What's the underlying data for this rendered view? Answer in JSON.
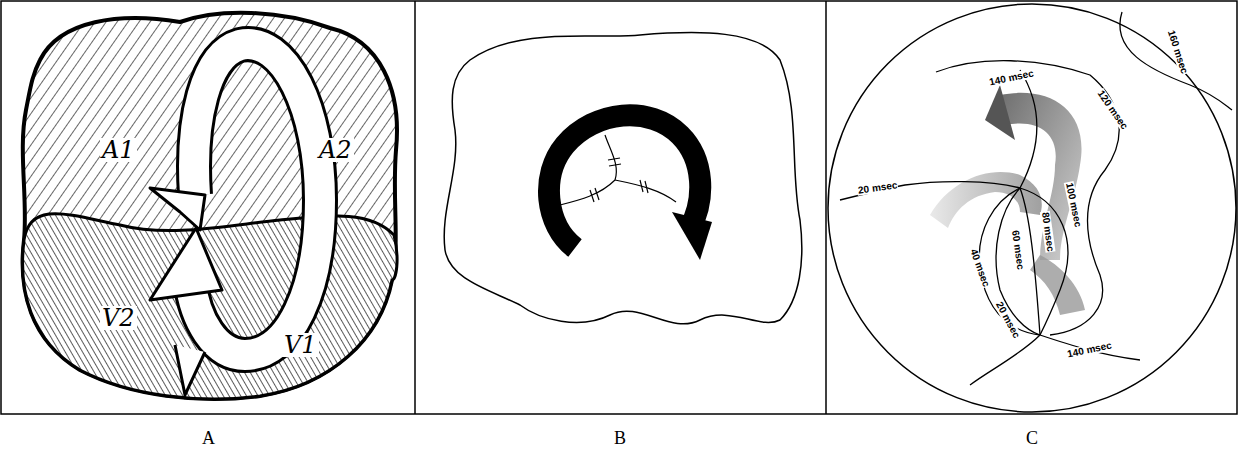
{
  "diagram": {
    "labels": [
      "A1",
      "A2",
      "V2",
      "V1",
      "140 msec",
      "160 msec",
      "120 msec",
      "20 msec",
      "100 msec",
      "80 msec",
      "60 msec",
      "40 msec",
      "20 msec",
      "140 msec",
      "A",
      "B",
      "C"
    ]
  }
}
